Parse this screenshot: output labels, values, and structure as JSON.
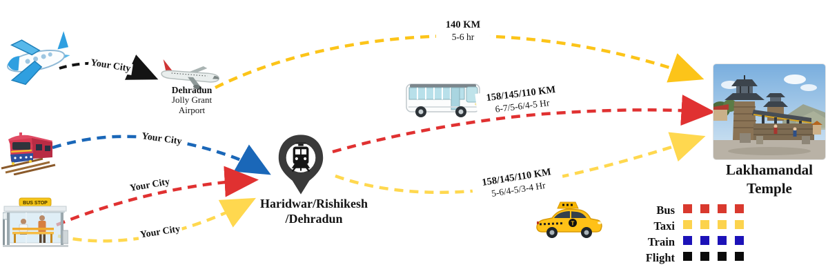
{
  "colors": {
    "flight": "#141414",
    "flight_transfer": "#fcc419",
    "train": "#1a67b8",
    "bus": "#e03131",
    "taxi": "#ffd84f"
  },
  "origin": {
    "flight_label": "Your City",
    "train_label": "Your City",
    "bus_label": "Your City",
    "taxi_label": "Your City"
  },
  "airport": {
    "city": "Dehradun",
    "name_line1": "Jolly Grant",
    "name_line2": "Airport"
  },
  "hub": {
    "line1": "Haridwar/Rishikesh",
    "line2": "/Dehradun"
  },
  "destination": {
    "line1": "Lakhamandal",
    "line2": "Temple"
  },
  "routes": {
    "airport_to_temple": {
      "distance": "140 KM",
      "duration": "5-6 hr"
    },
    "hub_to_temple_bus": {
      "distance": "158/145/110 KM",
      "duration": "6-7/5-6/4-5 Hr"
    },
    "hub_to_temple_taxi": {
      "distance": "158/145/110 KM",
      "duration": "5-6/4-5/3-4 Hr"
    }
  },
  "bus_stop": {
    "sign": "BUS STOP"
  },
  "taxi_logo": "T",
  "legend": {
    "squares_per_item": 4,
    "items": [
      {
        "label": "Bus",
        "color": "#d9392e"
      },
      {
        "label": "Taxi",
        "color": "#fcd34d"
      },
      {
        "label": "Train",
        "color": "#1c12b8"
      },
      {
        "label": "Flight",
        "color": "#0a0a0a"
      }
    ]
  }
}
